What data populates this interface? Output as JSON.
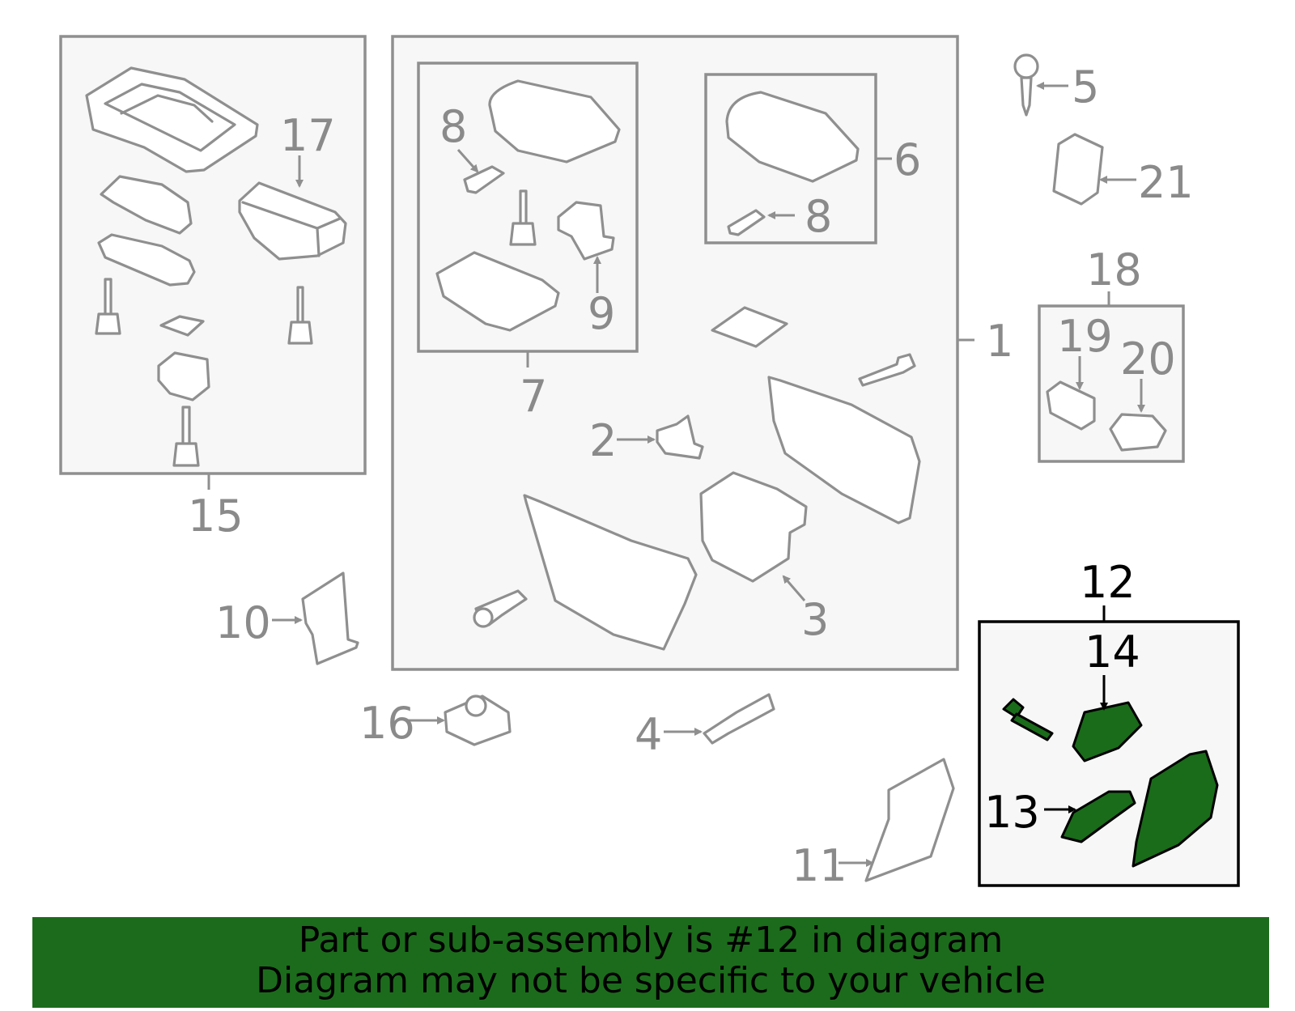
{
  "callouts": {
    "n1": "1",
    "n2": "2",
    "n3": "3",
    "n4": "4",
    "n5": "5",
    "n6": "6",
    "n7": "7",
    "n8a": "8",
    "n8b": "8",
    "n9": "9",
    "n10": "10",
    "n11": "11",
    "n12": "12",
    "n13": "13",
    "n14": "14",
    "n15": "15",
    "n16": "16",
    "n17": "17",
    "n18": "18",
    "n19": "19",
    "n20": "20",
    "n21": "21"
  },
  "highlighted_part": "12",
  "colors": {
    "highlight_fill": "#1a6b1a",
    "banner_bg": "#1c6b1c",
    "line_gray": "#8f8f8f"
  },
  "banner": {
    "line1": "Part or sub-assembly is #12 in diagram",
    "line2": "Diagram may not be specific to your vehicle"
  }
}
